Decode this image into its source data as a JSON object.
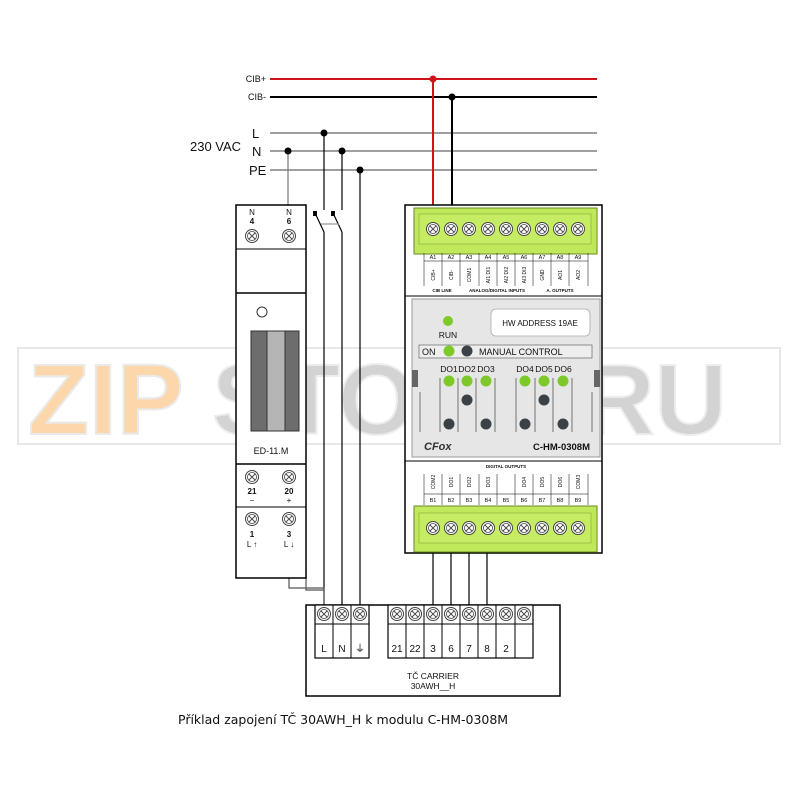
{
  "bus": {
    "cib_plus": "CIB+",
    "cib_minus": "CIB-",
    "supply_label": "230 VAC",
    "l": "L",
    "n": "N",
    "pe": "PE",
    "colors": {
      "cib_plus": "#d0121b",
      "wire": "#000000",
      "wire_gray": "#555555"
    }
  },
  "meter": {
    "model": "ED-11.M",
    "top_terminals": [
      {
        "name": "N",
        "num": "4"
      },
      {
        "name": "N",
        "num": "6"
      }
    ],
    "bottom_terminals_upper": [
      {
        "num": "21",
        "sign": "−"
      },
      {
        "num": "20",
        "sign": "+"
      }
    ],
    "bottom_terminals_lower": [
      {
        "num": "1",
        "dir": "L ↑"
      },
      {
        "num": "3",
        "dir": "L ↓"
      }
    ]
  },
  "module": {
    "model": "C-HM-0308M",
    "brand": "CFox",
    "hw_address": "HW ADDRESS 19AE",
    "run_label": "RUN",
    "on_label": "ON",
    "manual_control_label": "MANUAL CONTROL",
    "do_labels": [
      "DO1",
      "DO2",
      "DO3",
      "DO4",
      "DO5",
      "DO6"
    ],
    "top_terminals": [
      "A1",
      "A2",
      "A3",
      "A4",
      "A5",
      "A6",
      "A7",
      "A8",
      "A9"
    ],
    "top_signals": [
      "CIB+",
      "CIB-",
      "COM1",
      "AI1 DI1",
      "AI2 DI2",
      "AI3 DI3",
      "GND",
      "AO1",
      "AO2"
    ],
    "top_groups": [
      "CIB LINE",
      "ANALOG/DIGITAL INPUTS",
      "A. OUTPUTS"
    ],
    "bottom_group": "DIGITAL OUTPUTS",
    "bottom_terminals": [
      "B1",
      "B2",
      "B3",
      "B4",
      "B5",
      "B6",
      "B7",
      "B8",
      "B9"
    ],
    "bottom_signals": [
      "COM2",
      "DO1",
      "DO2",
      "DO3",
      "",
      "DO4",
      "DO5",
      "DO6",
      "COM3"
    ],
    "colors": {
      "terminal_block": "#bfe85a",
      "led_green": "#7ec92a",
      "led_off": "#3c4147",
      "panel": "#e6e6e6"
    }
  },
  "carrier": {
    "title_line1": "TČ CARRIER",
    "title_line2": "30AWH__H",
    "power_terminals": [
      "L",
      "N",
      "⏚"
    ],
    "signal_terminals": [
      "21",
      "22",
      "3",
      "6",
      "7",
      "8",
      "2",
      ""
    ]
  },
  "watermark": {
    "text_a": "ZIP",
    "text_b": "STORE.RU"
  },
  "caption": "Příklad zapojení TČ 30AWH_H k modulu C-HM-0308M"
}
